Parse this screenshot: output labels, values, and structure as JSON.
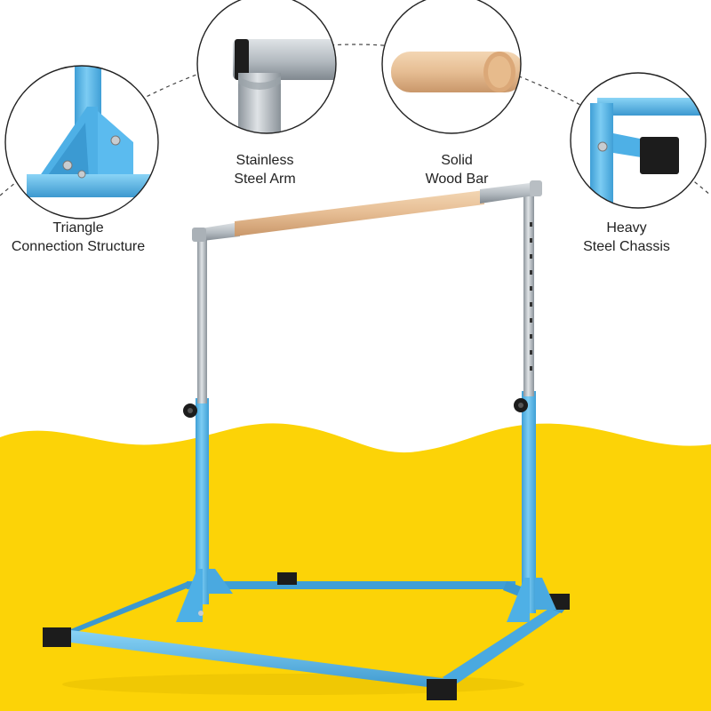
{
  "image": {
    "type": "product photo with callouts",
    "colors": {
      "background": "#ffffff",
      "yellow_wave": "#fcd307",
      "frame_blue": "#5ab8ea",
      "frame_blue_dark": "#3d9bd0",
      "steel": "#b4bbc1",
      "wood": "#e9c29a",
      "rubber_cap": "#1c1c1c"
    }
  },
  "callouts": [
    {
      "id": "triangle",
      "icon": "triangle-bracket-closeup-icon",
      "label_lines": [
        "Triangle",
        "Connection Structure"
      ]
    },
    {
      "id": "arm",
      "icon": "steel-arm-closeup-icon",
      "label_lines": [
        "Stainless",
        "Steel Arm"
      ]
    },
    {
      "id": "wood",
      "icon": "wood-bar-closeup-icon",
      "label_lines": [
        "Solid",
        "Wood Bar"
      ]
    },
    {
      "id": "chassis",
      "icon": "chassis-endcap-closeup-icon",
      "label_lines": [
        "Heavy",
        "Steel Chassis"
      ]
    }
  ]
}
